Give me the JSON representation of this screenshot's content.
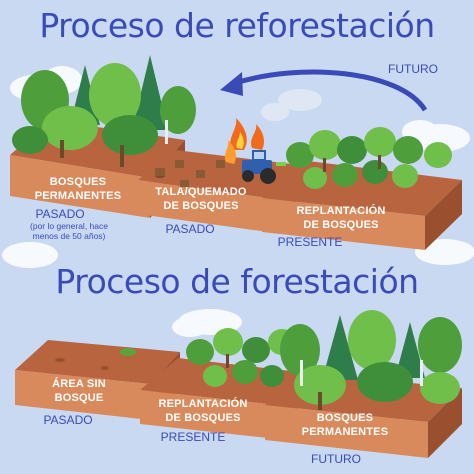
{
  "titles": {
    "reforestation": "Proceso de reforestación",
    "forestation": "Proceso de forestación"
  },
  "reforestation": {
    "future_label": "FUTURO",
    "blocks": [
      {
        "label_line1": "BOSQUES",
        "label_line2": "PERMANENTES",
        "time": "PASADO",
        "note_line1": "(por lo general, hace",
        "note_line2": "menos de 50 años)"
      },
      {
        "label_line1": "TALA/QUEMADO",
        "label_line2": "DE BOSQUES",
        "time": "PASADO"
      },
      {
        "label_line1": "REPLANTACIÓN",
        "label_line2": "DE BOSQUES",
        "time": "PRESENTE"
      }
    ]
  },
  "forestation": {
    "blocks": [
      {
        "label_line1": "ÁREA SIN",
        "label_line2": "BOSQUE",
        "time": "PASADO"
      },
      {
        "label_line1": "REPLANTACIÓN",
        "label_line2": "DE BOSQUES",
        "time": "PRESENTE"
      },
      {
        "label_line1": "BOSQUES",
        "label_line2": "PERMANENTES",
        "time": "FUTURO"
      }
    ]
  },
  "colors": {
    "background": "#c9d9f2",
    "title": "#3a4bb8",
    "soil_top": "#b8653f",
    "soil_side": "#d98a5c",
    "tree_light": "#6fbf4a",
    "tree_dark": "#2f7d4a",
    "fire": "#f26b1d",
    "tractor": "#2f5fae"
  }
}
